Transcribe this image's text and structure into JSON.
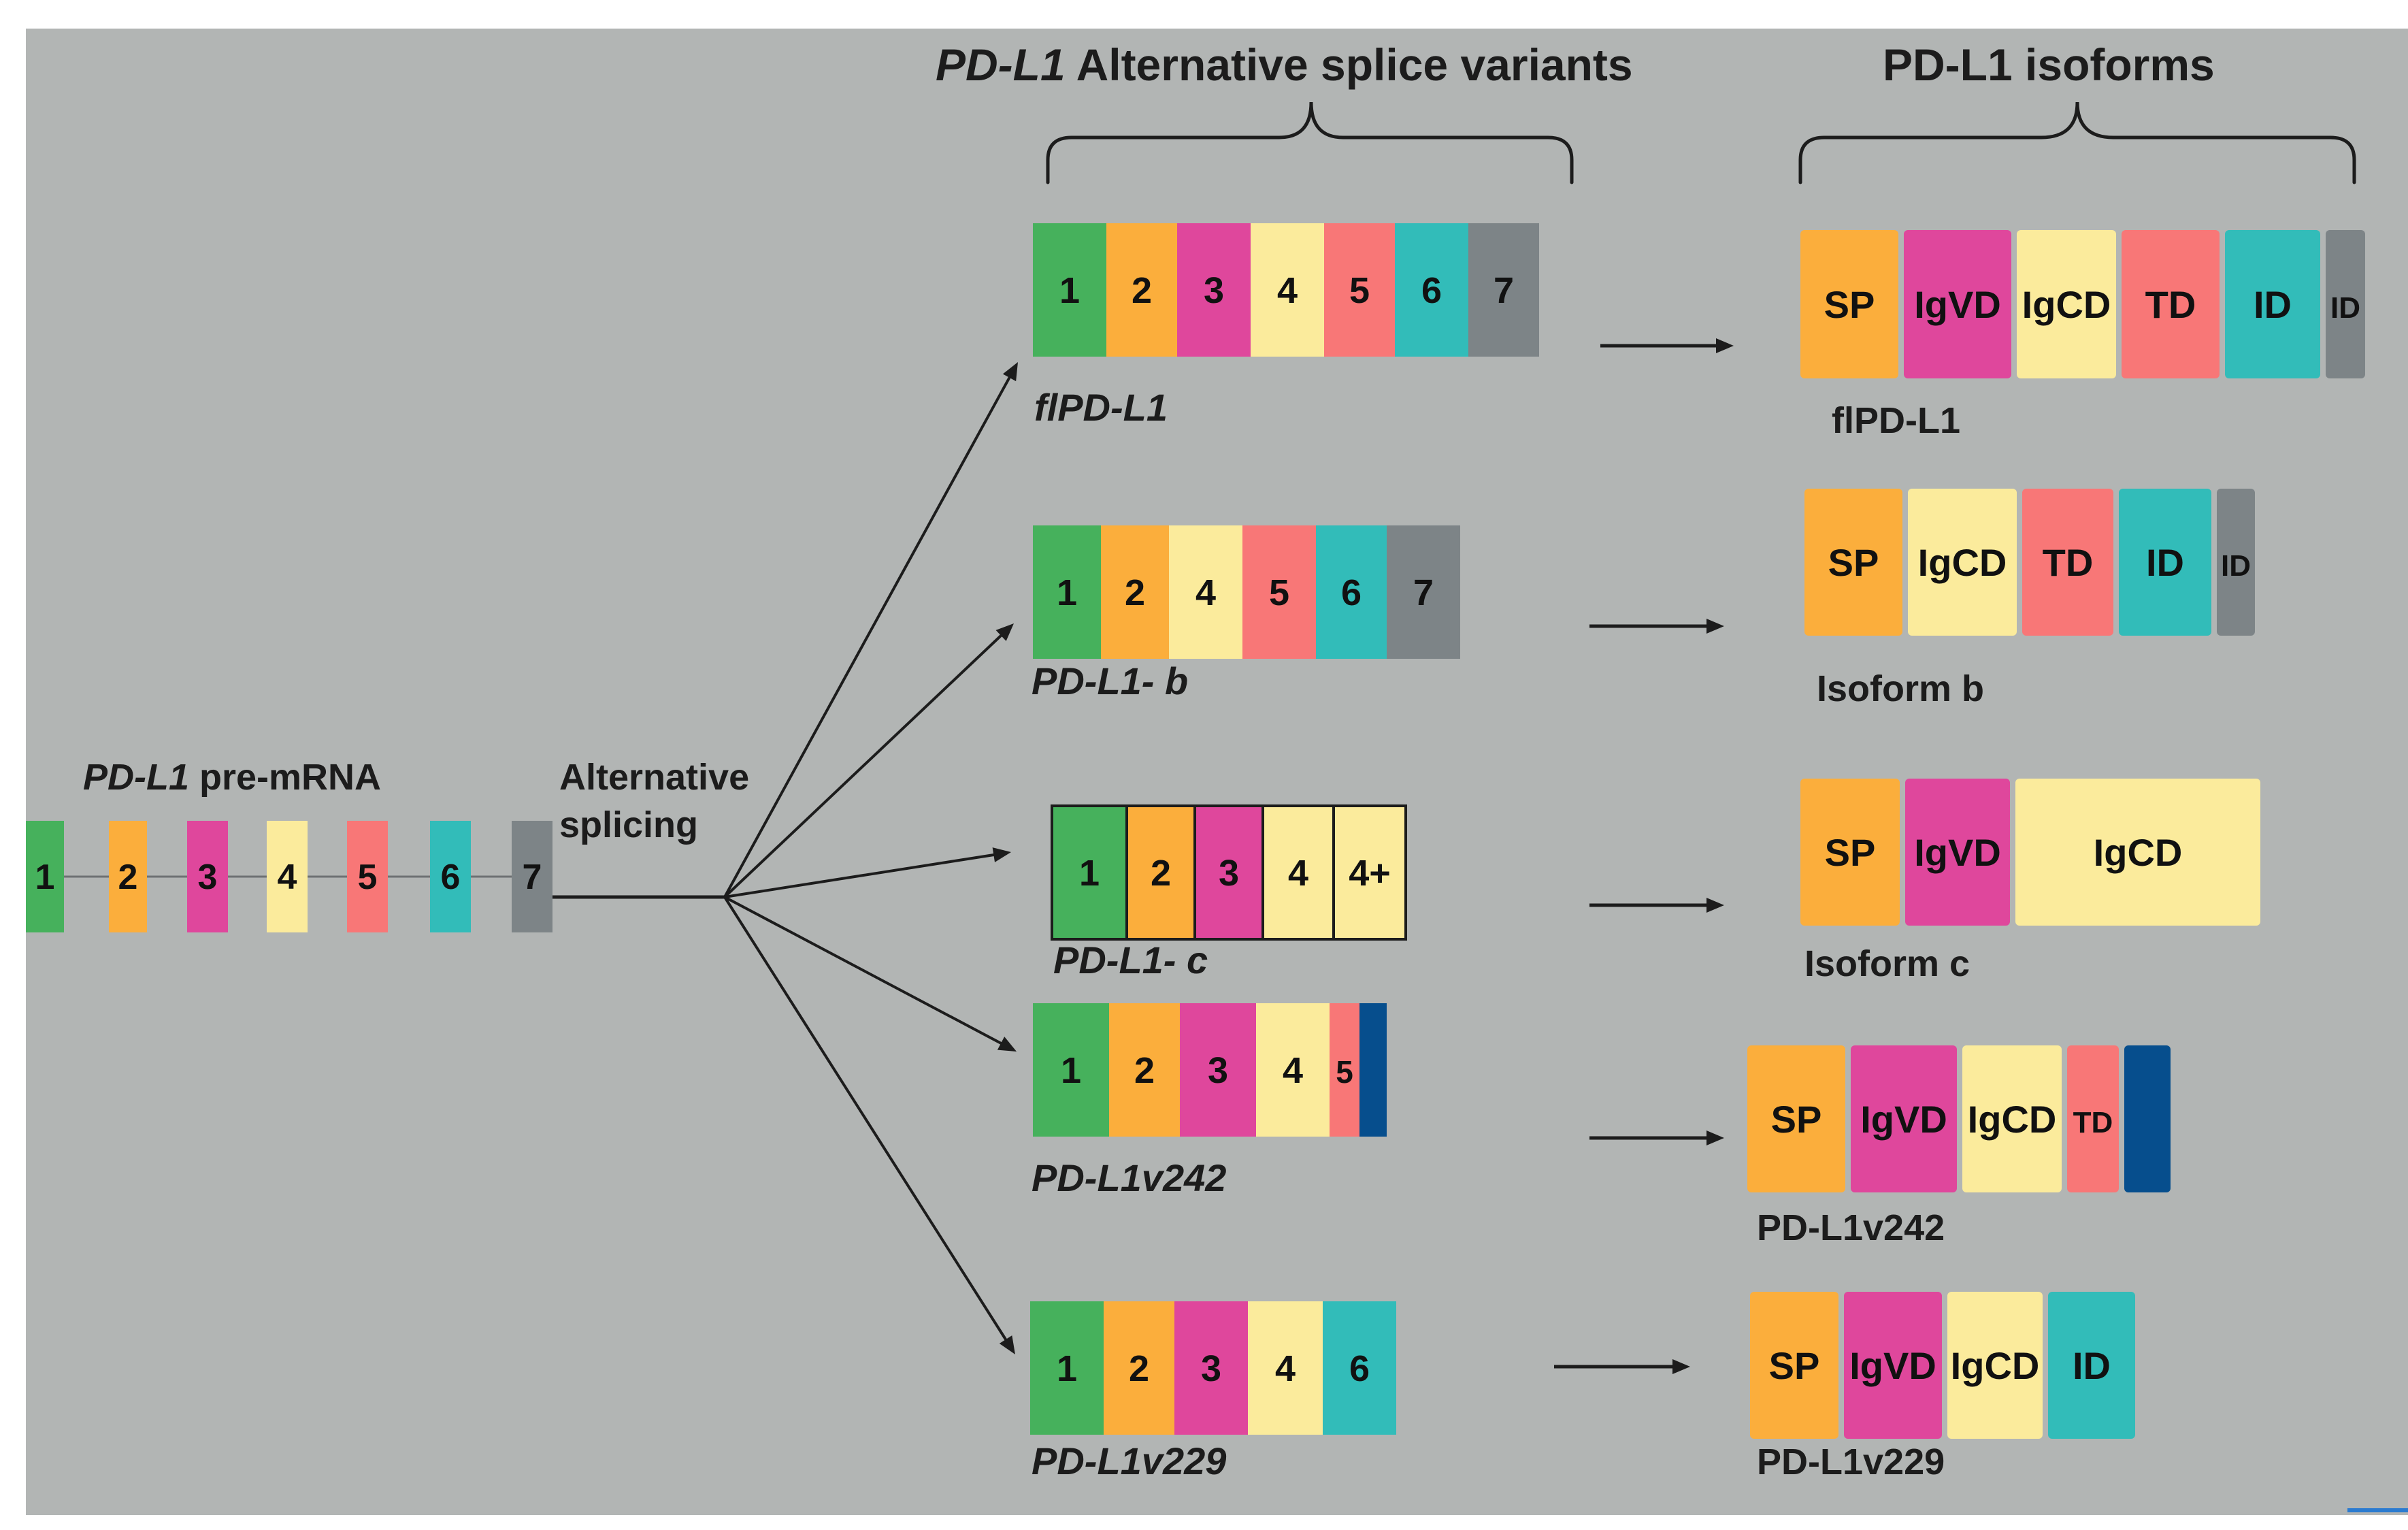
{
  "headers": {
    "variants_gene": "PD-L1",
    "variants_rest": " Alternative splice variants",
    "isoforms": "PD-L1 isoforms"
  },
  "premrna": {
    "gene": "PD-L1",
    "rest": " pre-mRNA",
    "exons": [
      "1",
      "2",
      "3",
      "4",
      "5",
      "6",
      "7"
    ]
  },
  "splicing_label": [
    "Alternative",
    "splicing"
  ],
  "variants": [
    {
      "name": "flPD-L1",
      "exons": [
        "1",
        "2",
        "3",
        "4",
        "5",
        "6",
        "7"
      ]
    },
    {
      "name": "PD-L1- b",
      "exons": [
        "1",
        "2",
        "4",
        "5",
        "6",
        "7"
      ]
    },
    {
      "name": "PD-L1- c",
      "exons": [
        "1",
        "2",
        "3",
        "4",
        "4+"
      ]
    },
    {
      "name": "PD-L1v242",
      "exons": [
        "1",
        "2",
        "3",
        "4",
        "5",
        ""
      ]
    },
    {
      "name": "PD-L1v229",
      "exons": [
        "1",
        "2",
        "3",
        "4",
        "6"
      ]
    }
  ],
  "isoforms": [
    {
      "name": "flPD-L1",
      "domains": [
        "SP",
        "IgVD",
        "IgCD",
        "TD",
        "ID",
        "ID"
      ]
    },
    {
      "name": "Isoform b",
      "domains": [
        "SP",
        "IgCD",
        "TD",
        "ID",
        "ID"
      ]
    },
    {
      "name": "Isoform c",
      "domains": [
        "SP",
        "IgVD",
        "IgCD"
      ]
    },
    {
      "name": "PD-L1v242",
      "domains": [
        "SP",
        "IgVD",
        "IgCD",
        "TD",
        ""
      ]
    },
    {
      "name": "PD-L1v229",
      "domains": [
        "SP",
        "IgVD",
        "IgCD",
        "ID"
      ]
    }
  ],
  "colors": {
    "background": "#b2b5b4",
    "exon1": "#46b15c",
    "exon2": "#fbae3c",
    "exon3": "#df479c",
    "exon4": "#fbeb9c",
    "exon5": "#f87777",
    "exon6": "#32bcb9",
    "exon7": "#7d8487",
    "extra": "#064e8d",
    "SP": "#fbae3c",
    "IgVD": "#df479c",
    "IgCD": "#fbeb9c",
    "TD": "#f87777",
    "ID": "#32bcb9",
    "ID_small": "#7d8487"
  }
}
